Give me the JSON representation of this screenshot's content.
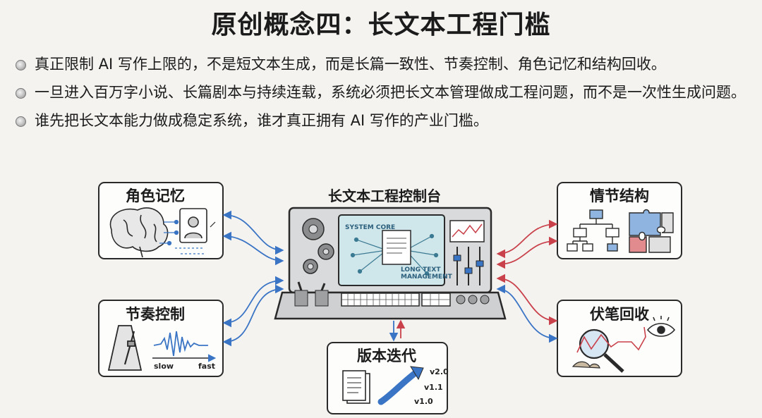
{
  "title": "原创概念四：长文本工程门槛",
  "bullets": [
    "真正限制 AI 写作上限的，不是短文本生成，而是长篇一致性、节奏控制、角色记忆和结构回收。",
    "一旦进入百万字小说、长篇剧本与持续连载，系统必须把长文本管理做成工程问题，而不是一次性生成问题。",
    "谁先把长文本能力做成稳定系统，谁才真正拥有 AI 写作的产业门槛。"
  ],
  "diagram": {
    "center": {
      "title": "长文本工程控制台",
      "screen_core": "SYSTEM CORE",
      "screen_mgmt": "LONG TEXT MANAGEMENT"
    },
    "character_memory": {
      "title": "角色记忆"
    },
    "rhythm_control": {
      "title": "节奏控制",
      "slow": "slow",
      "fast": "fast"
    },
    "plot_structure": {
      "title": "情节结构"
    },
    "foreshadow_recall": {
      "title": "伏笔回收"
    },
    "version_iteration": {
      "title": "版本迭代",
      "versions": [
        "v2.0",
        "v1.1",
        "v1.0"
      ]
    }
  },
  "colors": {
    "arrow_blue": "#3a74c4",
    "arrow_red": "#c9414a",
    "screen_teal": "#cfe6ea",
    "console_gray": "#d9dadb"
  }
}
